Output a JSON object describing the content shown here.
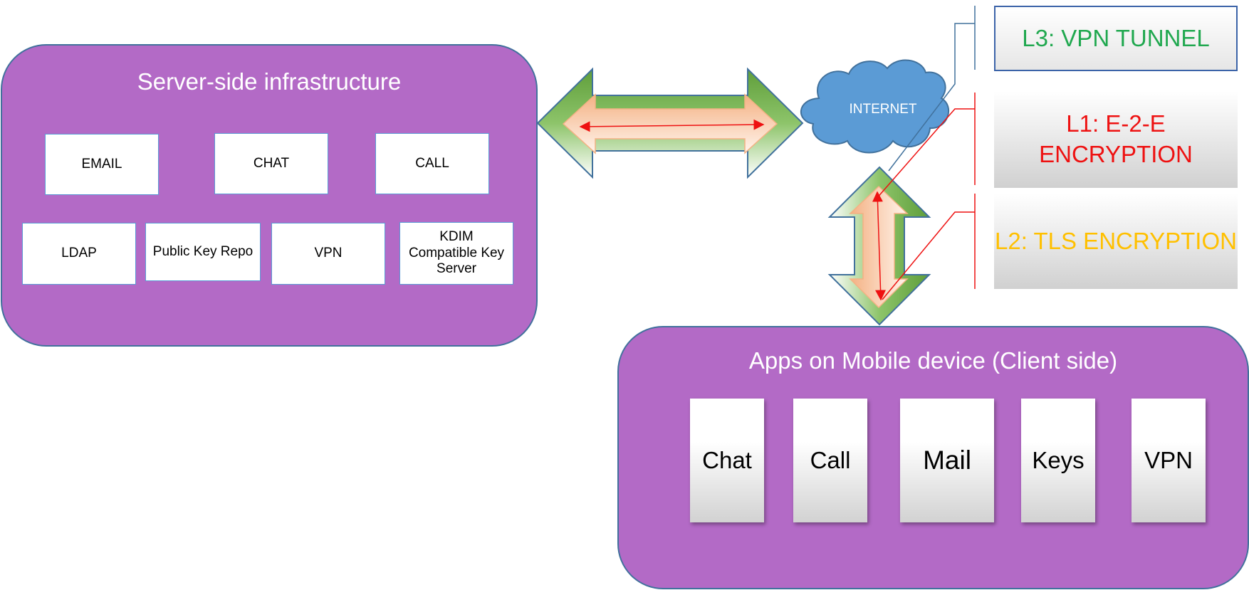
{
  "server_panel": {
    "title": "Server-side infrastructure",
    "row1": [
      "EMAIL",
      "CHAT",
      "CALL"
    ],
    "row2": [
      "LDAP",
      "Public Key Repo",
      "VPN",
      "KDIM Compatible Key Server"
    ]
  },
  "internet": {
    "label": "INTERNET"
  },
  "client_panel": {
    "title": "Apps on Mobile device (Client side)",
    "apps": [
      "Chat",
      "Call",
      "Mail",
      "Keys",
      "VPN"
    ]
  },
  "layers": {
    "l3": "L3: VPN TUNNEL",
    "l1_line1": "L1: E-2-E",
    "l1_line2": "ENCRYPTION",
    "l2": "L2: TLS ENCRYPTION"
  },
  "colors": {
    "panel": "#b36ac6",
    "panel_border": "#41719c",
    "arrow_green": "#70ad47",
    "arrow_orange": "#f4b183",
    "cloud": "#5b9bd5",
    "l3_text": "#20a84f",
    "l1_text": "#ee1111",
    "l2_text": "#ffc000"
  }
}
